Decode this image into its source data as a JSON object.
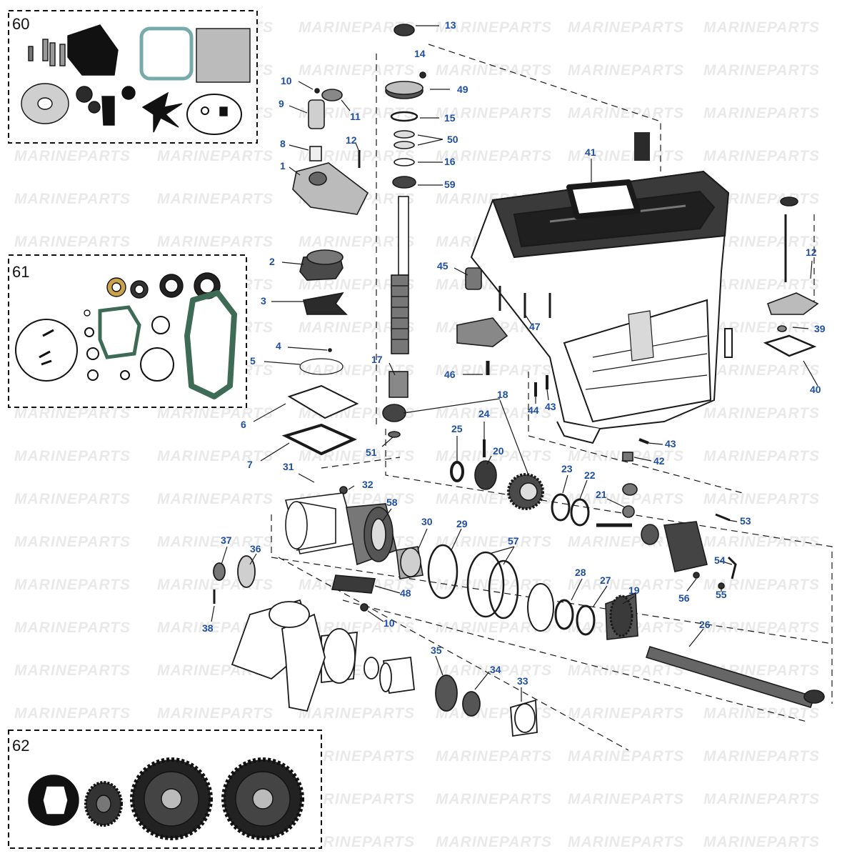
{
  "colors": {
    "callout": "#1f4fa3",
    "line": "#1a1a1a",
    "part_dark": "#2b2b2b",
    "kit_border": "#111111",
    "watermark": "#e9e9e9",
    "gasket_green": "#3d6b56"
  },
  "watermark_text": "MARINEPARTS",
  "kits": [
    {
      "number": "60"
    },
    {
      "number": "61"
    },
    {
      "number": "62"
    }
  ],
  "callouts": [
    {
      "number": "13"
    },
    {
      "number": "14"
    },
    {
      "number": "49"
    },
    {
      "number": "15"
    },
    {
      "number": "50"
    },
    {
      "number": "16"
    },
    {
      "number": "59"
    },
    {
      "number": "10"
    },
    {
      "number": "11"
    },
    {
      "number": "9"
    },
    {
      "number": "12"
    },
    {
      "number": "8"
    },
    {
      "number": "1"
    },
    {
      "number": "41"
    },
    {
      "number": "12"
    },
    {
      "number": "2"
    },
    {
      "number": "45"
    },
    {
      "number": "3"
    },
    {
      "number": "47"
    },
    {
      "number": "39"
    },
    {
      "number": "4"
    },
    {
      "number": "5"
    },
    {
      "number": "17"
    },
    {
      "number": "40"
    },
    {
      "number": "46"
    },
    {
      "number": "18"
    },
    {
      "number": "44"
    },
    {
      "number": "43"
    },
    {
      "number": "24"
    },
    {
      "number": "6"
    },
    {
      "number": "25"
    },
    {
      "number": "43"
    },
    {
      "number": "51"
    },
    {
      "number": "20"
    },
    {
      "number": "42"
    },
    {
      "number": "7"
    },
    {
      "number": "31"
    },
    {
      "number": "23"
    },
    {
      "number": "22"
    },
    {
      "number": "32"
    },
    {
      "number": "21"
    },
    {
      "number": "58"
    },
    {
      "number": "30"
    },
    {
      "number": "29"
    },
    {
      "number": "53"
    },
    {
      "number": "37"
    },
    {
      "number": "57"
    },
    {
      "number": "36"
    },
    {
      "number": "54"
    },
    {
      "number": "28"
    },
    {
      "number": "27"
    },
    {
      "number": "55"
    },
    {
      "number": "48"
    },
    {
      "number": "19"
    },
    {
      "number": "56"
    },
    {
      "number": "38"
    },
    {
      "number": "10"
    },
    {
      "number": "26"
    },
    {
      "number": "35"
    },
    {
      "number": "34"
    },
    {
      "number": "33"
    }
  ]
}
